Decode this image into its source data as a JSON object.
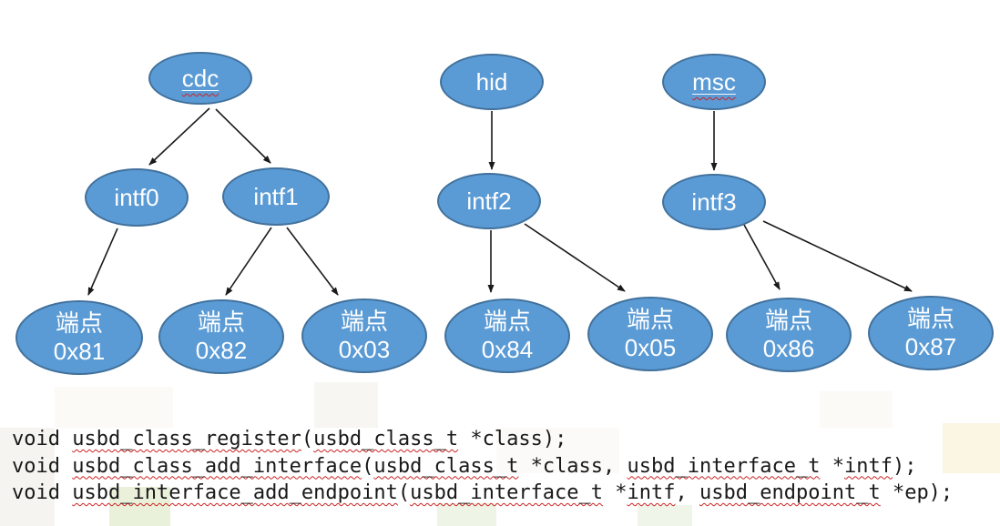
{
  "diagram": {
    "classes": [
      {
        "label": "cdc",
        "spellcheck_underline": true
      },
      {
        "label": "hid",
        "spellcheck_underline": false
      },
      {
        "label": "msc",
        "spellcheck_underline": true
      }
    ],
    "interfaces": [
      {
        "label": "intf0"
      },
      {
        "label": "intf1"
      },
      {
        "label": "intf2"
      },
      {
        "label": "intf3"
      }
    ],
    "endpoints": [
      {
        "name": "端点",
        "addr": "0x81"
      },
      {
        "name": "端点",
        "addr": "0x82"
      },
      {
        "name": "端点",
        "addr": "0x03"
      },
      {
        "name": "端点",
        "addr": "0x84"
      },
      {
        "name": "端点",
        "addr": "0x05"
      },
      {
        "name": "端点",
        "addr": "0x86"
      },
      {
        "name": "端点",
        "addr": "0x87"
      }
    ],
    "edges": [
      {
        "from": "cdc",
        "to": "intf0"
      },
      {
        "from": "cdc",
        "to": "intf1"
      },
      {
        "from": "hid",
        "to": "intf2"
      },
      {
        "from": "msc",
        "to": "intf3"
      },
      {
        "from": "intf0",
        "to": "端点 0x81"
      },
      {
        "from": "intf1",
        "to": "端点 0x82"
      },
      {
        "from": "intf1",
        "to": "端点 0x03"
      },
      {
        "from": "intf2",
        "to": "端点 0x84"
      },
      {
        "from": "intf2",
        "to": "端点 0x05"
      },
      {
        "from": "intf3",
        "to": "端点 0x86"
      },
      {
        "from": "intf3",
        "to": "端点 0x87"
      }
    ],
    "colors": {
      "node_fill": "#5B9BD5",
      "node_border": "#41719C",
      "arrow": "#1a1a1a",
      "spellcheck_squiggle": "#cc2222"
    }
  },
  "code": {
    "lines": [
      {
        "segments": [
          {
            "text": "void "
          },
          {
            "text": "usbd_class_register",
            "flagged": true
          },
          {
            "text": "("
          },
          {
            "text": "usbd_class_t",
            "flagged": true
          },
          {
            "text": " *class);"
          }
        ]
      },
      {
        "segments": [
          {
            "text": "void "
          },
          {
            "text": "usbd_class_add_interface",
            "flagged": true
          },
          {
            "text": "("
          },
          {
            "text": "usbd_class_t",
            "flagged": true
          },
          {
            "text": " *class, "
          },
          {
            "text": "usbd_interface_t",
            "flagged": true
          },
          {
            "text": " *"
          },
          {
            "text": "intf",
            "flagged": true
          },
          {
            "text": ");"
          }
        ]
      },
      {
        "segments": [
          {
            "text": "void "
          },
          {
            "text": "usbd_interface_add_endpoint",
            "flagged": true
          },
          {
            "text": "("
          },
          {
            "text": "usbd_interface_t",
            "flagged": true
          },
          {
            "text": " *"
          },
          {
            "text": "intf",
            "flagged": true
          },
          {
            "text": ", "
          },
          {
            "text": "usbd_endpoint_t",
            "flagged": true
          },
          {
            "text": " *ep);"
          }
        ]
      }
    ]
  }
}
